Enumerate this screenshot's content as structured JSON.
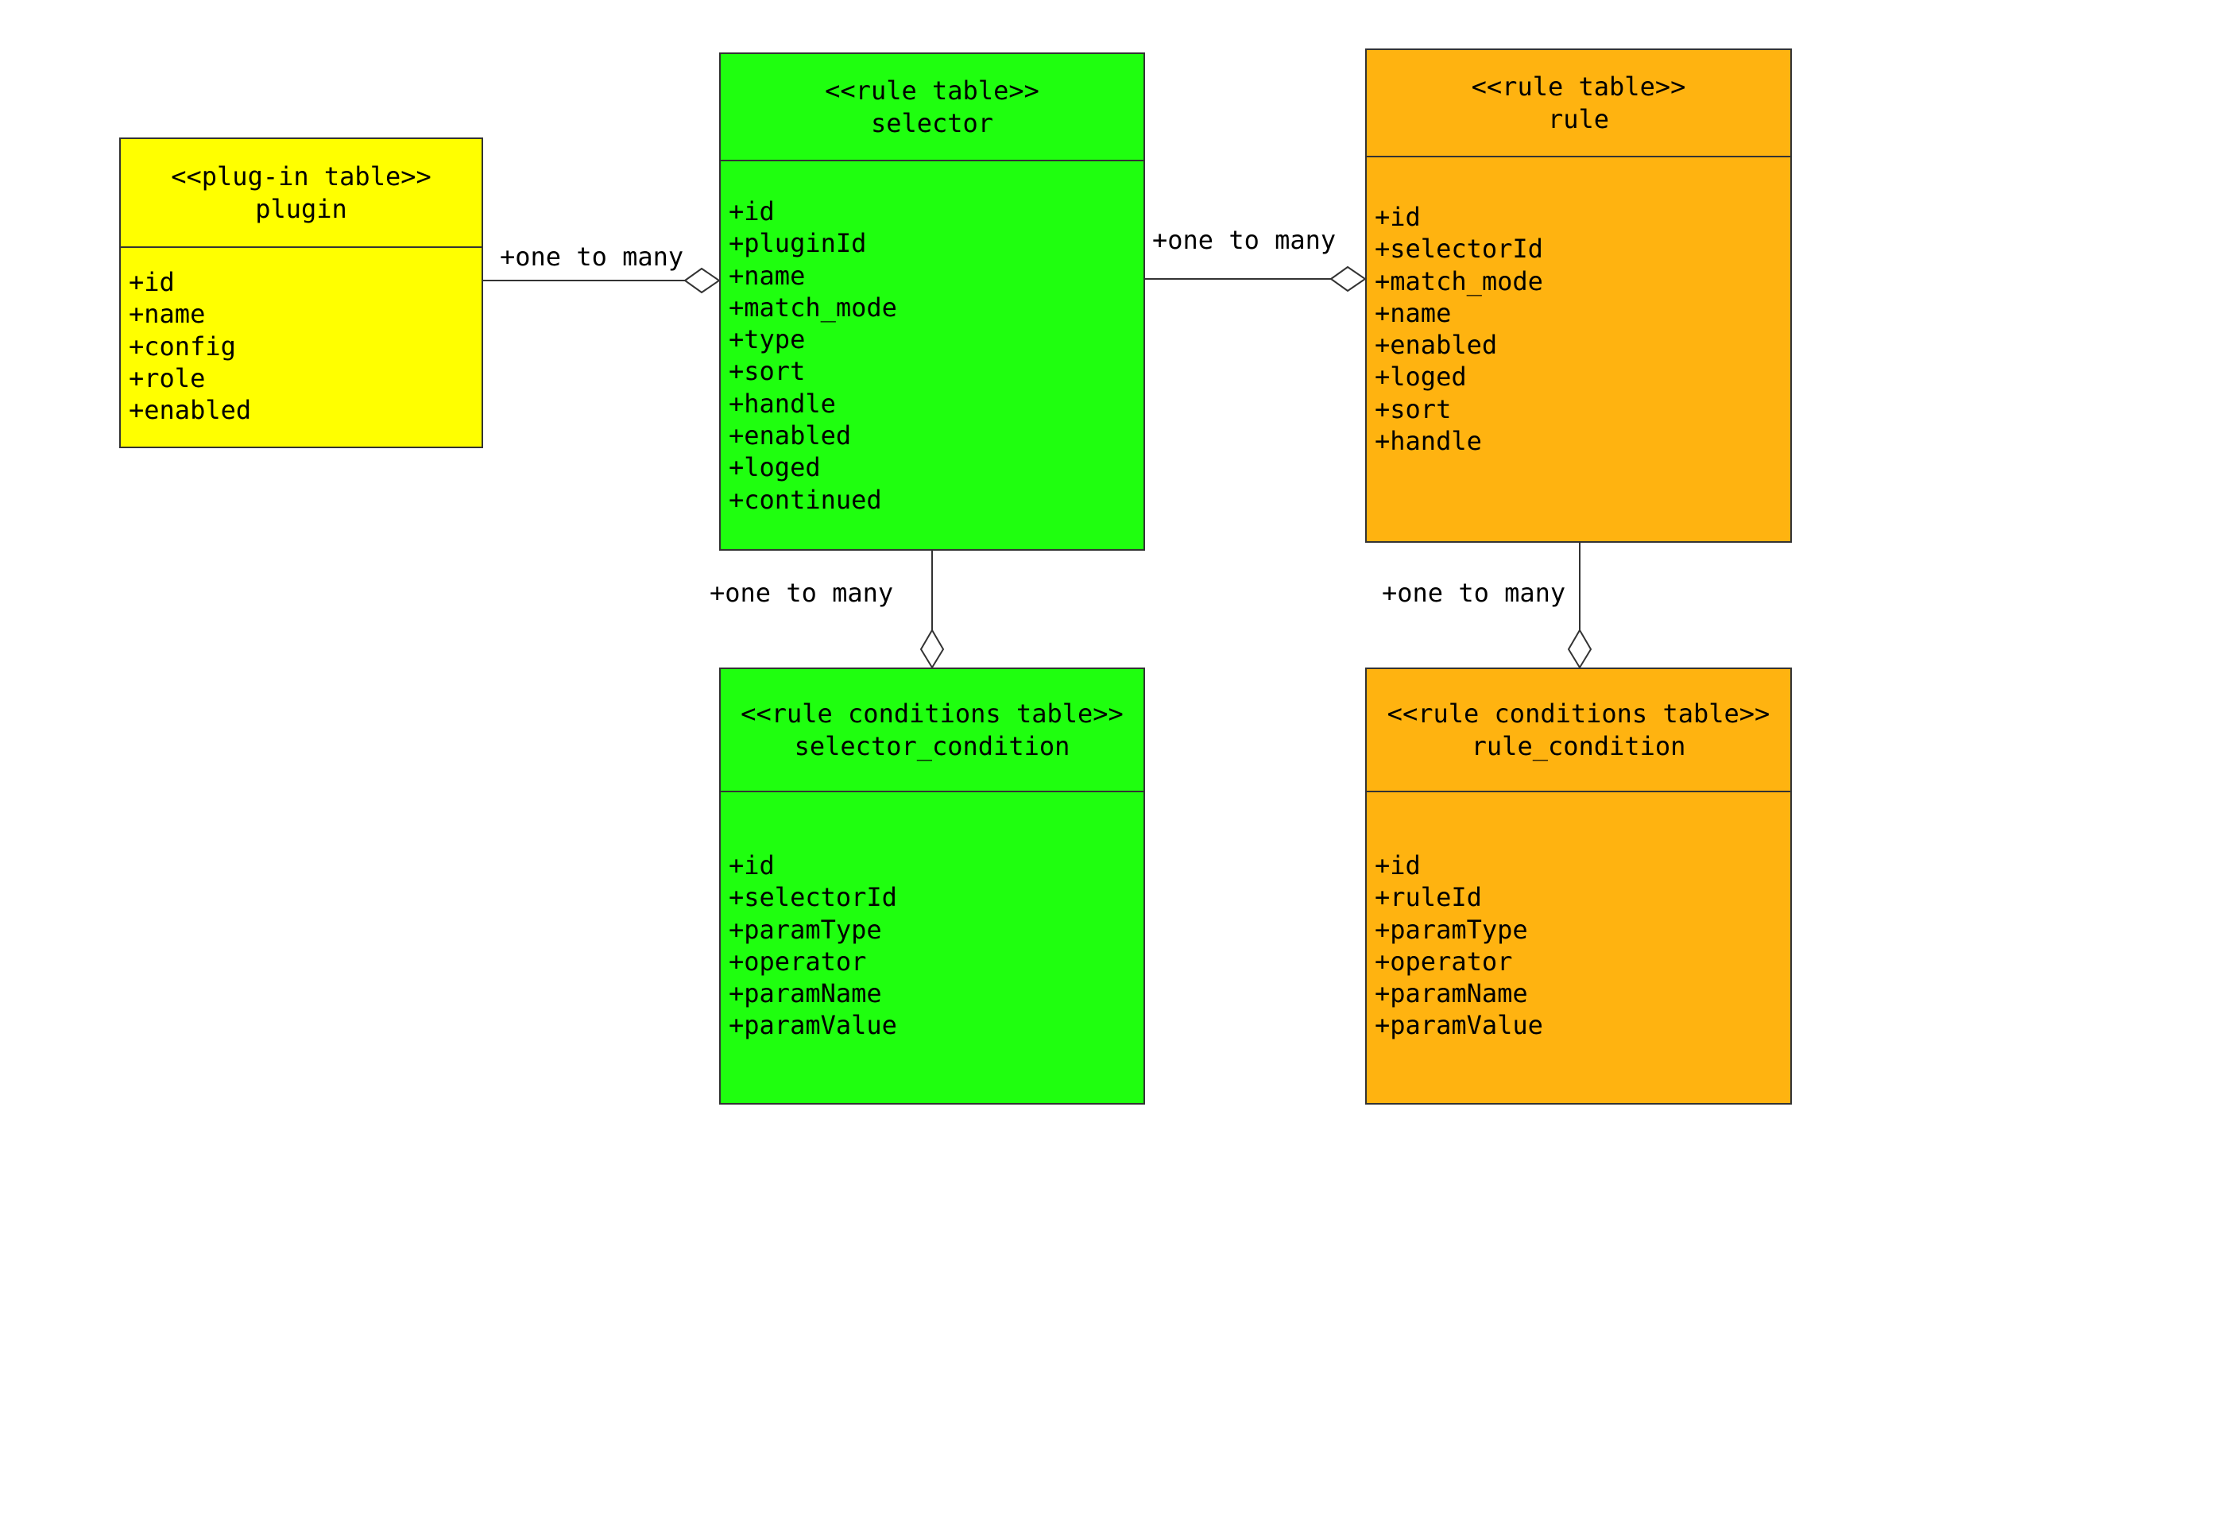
{
  "tables": {
    "plugin": {
      "stereotype": "<<plug-in table>>",
      "name": "plugin",
      "fill": "#ffff00",
      "attributes": [
        "+id",
        "+name",
        "+config",
        "+role",
        "+enabled"
      ]
    },
    "selector": {
      "stereotype": "<<rule table>>",
      "name": "selector",
      "fill": "#1fff0f",
      "attributes": [
        "+id",
        "+pluginId",
        "+name",
        "+match_mode",
        "+type",
        "+sort",
        "+handle",
        "+enabled",
        "+loged",
        "+continued"
      ]
    },
    "rule": {
      "stereotype": "<<rule table>>",
      "name": "rule",
      "fill": "#ffb310",
      "attributes": [
        "+id",
        "+selectorId",
        "+match_mode",
        "+name",
        "+enabled",
        "+loged",
        "+sort",
        "+handle"
      ]
    },
    "selector_condition": {
      "stereotype": "<<rule conditions table>>",
      "name": "selector_condition",
      "fill": "#1fff0f",
      "attributes": [
        "+id",
        "+selectorId",
        "+paramType",
        "+operator",
        "+paramName",
        "+paramValue"
      ]
    },
    "rule_condition": {
      "stereotype": "<<rule conditions table>>",
      "name": "rule_condition",
      "fill": "#ffb310",
      "attributes": [
        "+id",
        "+ruleId",
        "+paramType",
        "+operator",
        "+paramName",
        "+paramValue"
      ]
    }
  },
  "relations": {
    "plugin_selector": "+one to many",
    "selector_rule": "+one to many",
    "selector_condition": "+one to many",
    "rule_condition": "+one to many"
  }
}
